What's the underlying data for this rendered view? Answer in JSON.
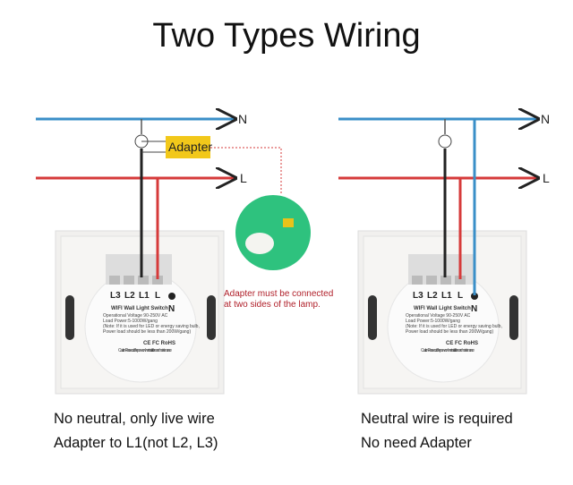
{
  "title": "Two Types Wiring",
  "colors": {
    "neutral": "#3a8fc8",
    "live": "#d63a3a",
    "load": "#222222",
    "adapter": "#f2c81a",
    "lamp_bg": "#2ec27e"
  },
  "left": {
    "n_label": "N",
    "l_label": "L",
    "adapter_label": "Adapter",
    "terminals": [
      "L3",
      "L2",
      "L1",
      "L"
    ],
    "n_terminal": "N",
    "switch_title": "WIFI Wall Light Switch",
    "spec_lines": [
      "Operational Voltage 90-250V AC",
      "Load Power:5-1000W/gang",
      "(Note: If it is used for LED or energy saving bulb,",
      "Power load should be less than 200W/gang)"
    ],
    "certs": "CE FC RoHS",
    "caution": "Caution: Please cut off the power when installation and maintenance",
    "caption_line1": "No neutral, only live wire",
    "caption_line2": "Adapter to L1(not L2, L3)"
  },
  "adapter_note": [
    "Adapter must be connected",
    "at two sides of the lamp."
  ],
  "right": {
    "n_label": "N",
    "l_label": "L",
    "terminals": [
      "L3",
      "L2",
      "L1",
      "L"
    ],
    "n_terminal": "N",
    "switch_title": "WIFI Wall Light Switch",
    "spec_lines": [
      "Operational Voltage 90-250V AC",
      "Load Power:5-1000W/gang",
      "(Note: If it is used for LED or energy saving bulb,",
      "Power load should be less than 200W/gang)"
    ],
    "certs": "CE FC RoHS",
    "caution": "Caution: Please cut off the power when installation and maintenance",
    "caption_line1": "Neutral wire is required",
    "caption_line2": "No need Adapter"
  }
}
